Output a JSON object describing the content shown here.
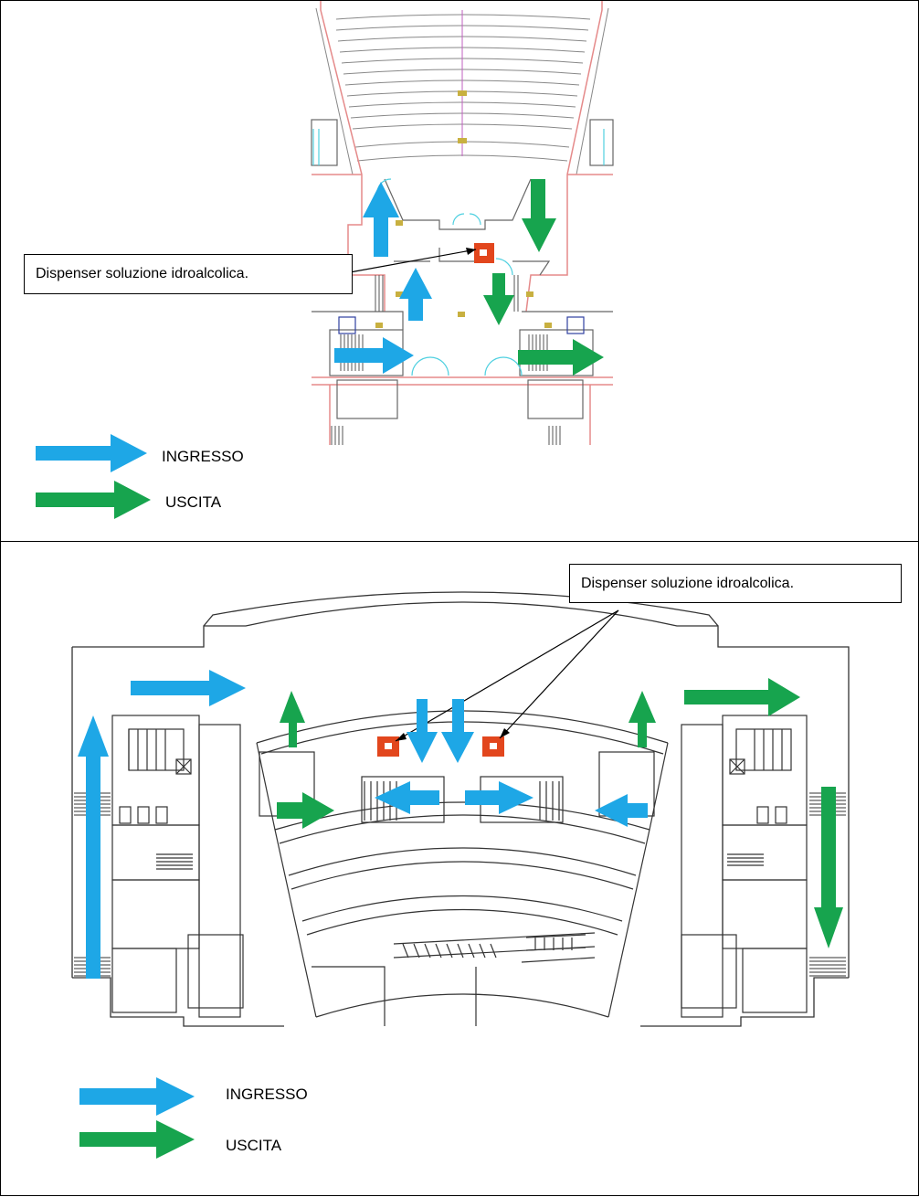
{
  "top": {
    "callout": "Dispenser soluzione idroalcolica.",
    "legend": {
      "in_label": "INGRESSO",
      "out_label": "USCITA"
    }
  },
  "bottom": {
    "callout": "Dispenser soluzione idroalcolica.",
    "legend": {
      "in_label": "INGRESSO",
      "out_label": "USCITA"
    }
  },
  "colors": {
    "entry_arrow": "#1ea7e6",
    "exit_arrow": "#17a44e",
    "dispenser": "#e2461d",
    "plan_red": "#e58a8a",
    "plan_cyan": "#4fd0e0"
  }
}
